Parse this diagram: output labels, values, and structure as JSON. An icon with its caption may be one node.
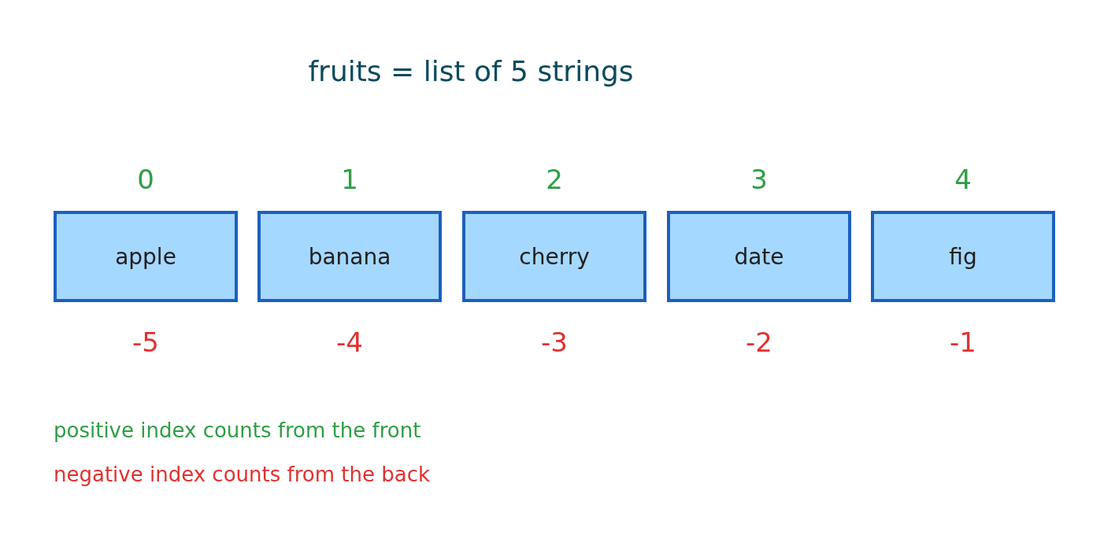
{
  "diagram": {
    "title": "fruits = list of 5 strings",
    "nodes": [
      {
        "text": [
          "apple"
        ],
        "beside": [
          "0",
          "-5"
        ]
      },
      {
        "text": [
          "banana"
        ],
        "beside": [
          "1",
          "-4"
        ]
      },
      {
        "text": [
          "cherry"
        ],
        "beside": [
          "2",
          "-3"
        ]
      },
      {
        "text": [
          "date"
        ],
        "beside": [
          "3",
          "-2"
        ]
      },
      {
        "text": [
          "fig"
        ],
        "beside": [
          "4",
          "-1"
        ]
      }
    ],
    "edges": [],
    "labels": [
      "positive index counts from the front",
      "negative index counts from the back"
    ]
  }
}
